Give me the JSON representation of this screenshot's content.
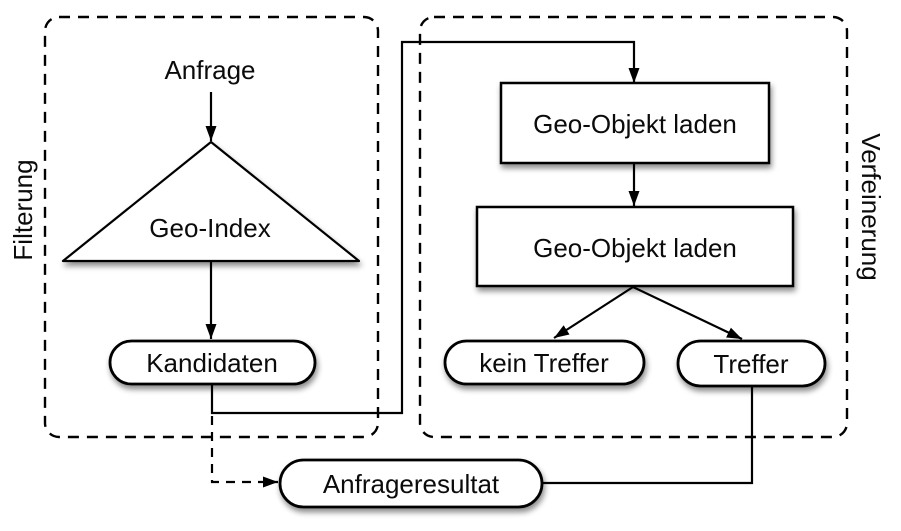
{
  "diagram": {
    "colors": {
      "background": "#ffffff",
      "stroke": "#000000",
      "shape_fill": "#ffffff",
      "text": "#0b0b0b"
    },
    "groups": {
      "filtering": {
        "label": "Filterung"
      },
      "refinement": {
        "label": "Verfeinerung"
      }
    },
    "nodes": {
      "anfrage": {
        "label": "Anfrage",
        "shape": "plain-text"
      },
      "geo_index": {
        "label": "Geo-Index",
        "shape": "triangle"
      },
      "kandidaten": {
        "label": "Kandidaten",
        "shape": "rounded-pill"
      },
      "geo_objekt_laden_1": {
        "label": "Geo-Objekt laden",
        "shape": "rectangle"
      },
      "geo_objekt_laden_2": {
        "label": "Geo-Objekt laden",
        "shape": "rectangle"
      },
      "kein_treffer": {
        "label": "kein Treffer",
        "shape": "rounded-pill"
      },
      "treffer": {
        "label": "Treffer",
        "shape": "rounded-pill"
      },
      "anfrageresultat": {
        "label": "Anfrageresultat",
        "shape": "rounded-pill"
      }
    },
    "edges": [
      {
        "from": "anfrage",
        "to": "geo_index",
        "style": "solid-arrow"
      },
      {
        "from": "geo_index",
        "to": "kandidaten",
        "style": "solid-arrow"
      },
      {
        "from": "kandidaten",
        "to": "geo_objekt_laden_1",
        "style": "solid-arrow-orthogonal"
      },
      {
        "from": "geo_objekt_laden_1",
        "to": "geo_objekt_laden_2",
        "style": "solid-arrow"
      },
      {
        "from": "geo_objekt_laden_2",
        "to": "kein_treffer",
        "style": "solid-arrow"
      },
      {
        "from": "geo_objekt_laden_2",
        "to": "treffer",
        "style": "solid-arrow"
      },
      {
        "from": "kandidaten",
        "to": "anfrageresultat",
        "style": "dashed-arrow"
      },
      {
        "from": "treffer",
        "to": "anfrageresultat",
        "style": "solid-line"
      }
    ]
  }
}
